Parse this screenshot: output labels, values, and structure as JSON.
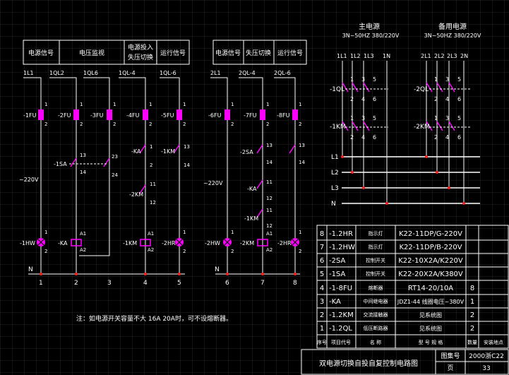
{
  "colors": {
    "background": "#000000",
    "grid": "#262626",
    "line": "#ffffff",
    "accent": "#ff00ff",
    "node": "#ff2020",
    "text": "#ffffff",
    "yellow": "#ffff66"
  },
  "header_left": [
    "电源信号",
    "电压监视",
    "电源投入",
    "失压切换",
    "运行信号"
  ],
  "header_right": [
    "电源信号",
    "失压切换",
    "运行信号"
  ],
  "main_source": {
    "title": "主电源",
    "spec": "3N~50HZ 380/220V",
    "phases": [
      "1L1",
      "1L2",
      "1L3",
      "1N"
    ]
  },
  "backup_source": {
    "title": "备用电源",
    "spec": "3N~50HZ 380/220V",
    "phases": [
      "2L1",
      "2L2",
      "2L3",
      "2N"
    ]
  },
  "bus_labels": [
    "L1",
    "L2",
    "L3",
    "N"
  ],
  "breakers": {
    "main": "-1QL",
    "backup": "-2QL",
    "contactor_main": "-1KM",
    "contactor_backup": "-2KM"
  },
  "left_circuit": {
    "wires": [
      "1L1",
      "1QL2",
      "1QL6",
      "1QL-4",
      "1QL-6"
    ],
    "fuses": [
      "-1FU",
      "-2FU",
      "-3FU",
      "-4FU",
      "-5FU"
    ],
    "switch": "-1SA",
    "voltage": "~220V",
    "coils": [
      "-1HW",
      "-KA",
      "-1KM",
      "-2HR"
    ],
    "contacts": [
      "-KA",
      "-1KM",
      "-2KM"
    ],
    "terminals": [
      "13",
      "14",
      "23",
      "24",
      "11",
      "12",
      "A1",
      "A2",
      "1",
      "2"
    ],
    "node_numbers": [
      "1",
      "2",
      "3",
      "4",
      "5"
    ]
  },
  "right_circuit": {
    "wires": [
      "2L1",
      "2QL-4",
      "2QL-6"
    ],
    "fuses": [
      "-6FU",
      "-7FU",
      "-8FU"
    ],
    "switch": "-2SA",
    "voltage": "~220V",
    "coils": [
      "-2HW",
      "-2KM",
      "-2HR"
    ],
    "contacts": [
      "-KA",
      "-1KM"
    ],
    "node_numbers": [
      "6",
      "7",
      "8"
    ]
  },
  "neutral": "N",
  "note": "注：如电源开关容量不大 16A 20A时，可不设熔断器。",
  "bom": [
    {
      "no": "8",
      "code": "-1.2HR",
      "name": "指示灯",
      "spec": "K22-11DP/G-220V",
      "qty": ""
    },
    {
      "no": "7",
      "code": "-1.2HW",
      "name": "指示灯",
      "spec": "K22-11DP/B-220V",
      "qty": ""
    },
    {
      "no": "6",
      "code": "-2SA",
      "name": "控制开关",
      "spec": "K22-10X2A/K220V",
      "qty": ""
    },
    {
      "no": "5",
      "code": "-1SA",
      "name": "控制开关",
      "spec": "K22-20X2A/K380V",
      "qty": ""
    },
    {
      "no": "4",
      "code": "-1-8FU",
      "name": "熔断器",
      "spec": "RT14-20/10A",
      "qty": "8"
    },
    {
      "no": "3",
      "code": "-KA",
      "name": "中间继电器",
      "spec": "JDZ1-44 线圈电压~380V",
      "qty": "1"
    },
    {
      "no": "2",
      "code": "-1.2KM",
      "name": "交流接触器",
      "spec": "见系统图",
      "qty": "2"
    },
    {
      "no": "1",
      "code": "-1.2QL",
      "name": "低压断路器",
      "spec": "见系统图",
      "qty": "2"
    }
  ],
  "bom_headers": [
    "序号",
    "项目代号",
    "名 称",
    "型 号 规 格",
    "数量",
    "安装地点"
  ],
  "title": "双电源切换自投自复控制电路图",
  "drawing_no_label": "图集号",
  "drawing_no": "2000浙C22",
  "page_label": "页",
  "page_no": "33"
}
